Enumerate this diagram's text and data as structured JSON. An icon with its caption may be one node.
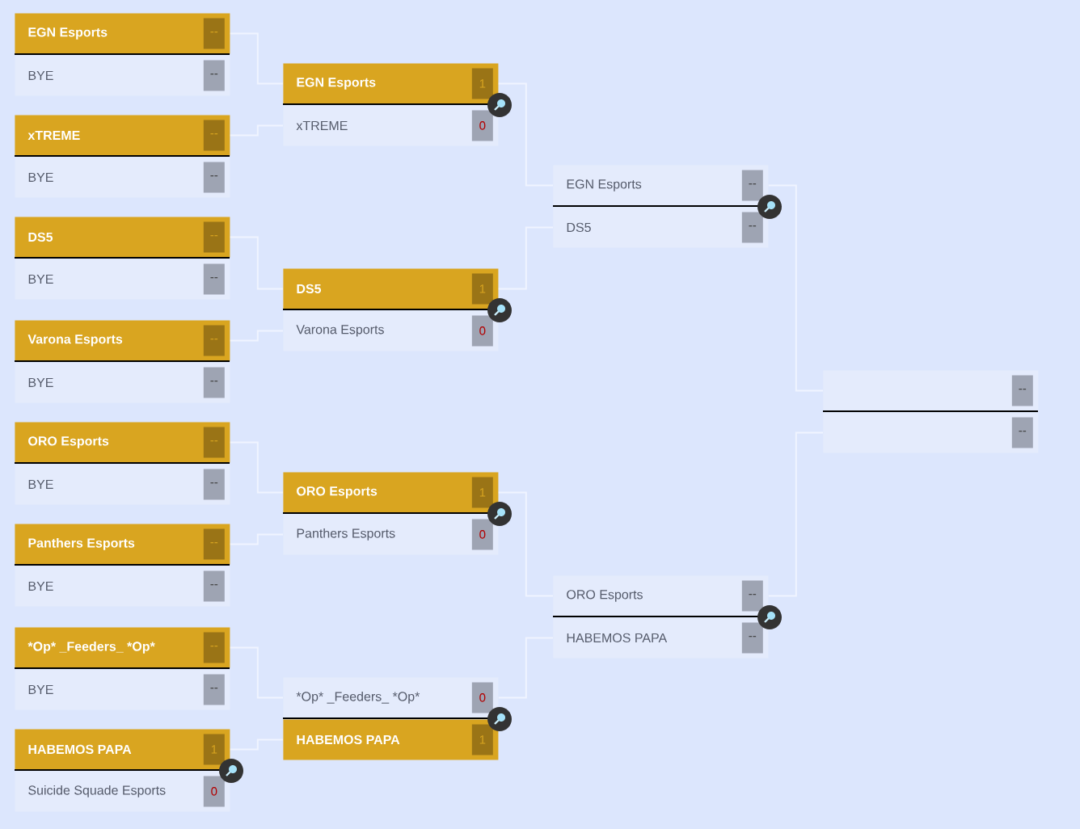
{
  "diagram": {
    "nodes": [
      {
        "text": [
          "EGN Esports",
          "--"
        ]
      },
      {
        "text": [
          "BYE",
          "--"
        ]
      },
      {
        "text": [
          "xTREME",
          "--"
        ]
      },
      {
        "text": [
          "BYE",
          "--"
        ]
      },
      {
        "text": [
          "DS5",
          "--"
        ]
      },
      {
        "text": [
          "BYE",
          "--"
        ]
      },
      {
        "text": [
          "Varona Esports",
          "--"
        ]
      },
      {
        "text": [
          "BYE",
          "--"
        ]
      },
      {
        "text": [
          "ORO Esports",
          "--"
        ]
      },
      {
        "text": [
          "BYE",
          "--"
        ]
      },
      {
        "text": [
          "Panthers Esports",
          "--"
        ]
      },
      {
        "text": [
          "BYE",
          "--"
        ]
      },
      {
        "text": [
          "*Op* _Feeders_ *Op*",
          "--"
        ]
      },
      {
        "text": [
          "BYE",
          "--"
        ]
      },
      {
        "text": [
          "HABEMOS PAPA",
          "1"
        ]
      },
      {
        "text": [
          "Suicide Squade Esports",
          "0"
        ]
      },
      {
        "text": [
          "EGN Esports",
          "1"
        ]
      },
      {
        "text": [
          "xTREME",
          "0"
        ]
      },
      {
        "text": [
          "DS5",
          "1"
        ]
      },
      {
        "text": [
          "Varona Esports",
          "0"
        ]
      },
      {
        "text": [
          "ORO Esports",
          "1"
        ]
      },
      {
        "text": [
          "Panthers Esports",
          "0"
        ]
      },
      {
        "text": [
          "*Op* _Feeders_ *Op*",
          "0"
        ]
      },
      {
        "text": [
          "HABEMOS PAPA",
          "1"
        ]
      },
      {
        "text": [
          "EGN Esports",
          "--"
        ]
      },
      {
        "text": [
          "DS5",
          "--"
        ]
      },
      {
        "text": [
          "ORO Esports",
          "--"
        ]
      },
      {
        "text": [
          "HABEMOS PAPA",
          "--"
        ]
      },
      {
        "text": [
          "--"
        ]
      },
      {
        "text": [
          "--"
        ]
      }
    ],
    "edges": [
      {
        "from": 0,
        "to": 16,
        "arrow": "none"
      },
      {
        "from": 2,
        "to": 17,
        "arrow": "none"
      },
      {
        "from": 4,
        "to": 18,
        "arrow": "none"
      },
      {
        "from": 6,
        "to": 19,
        "arrow": "none"
      },
      {
        "from": 8,
        "to": 20,
        "arrow": "none"
      },
      {
        "from": 10,
        "to": 21,
        "arrow": "none"
      },
      {
        "from": 12,
        "to": 22,
        "arrow": "none"
      },
      {
        "from": 14,
        "to": 23,
        "arrow": "none"
      },
      {
        "from": 16,
        "to": 24,
        "arrow": "none"
      },
      {
        "from": 18,
        "to": 25,
        "arrow": "none"
      },
      {
        "from": 20,
        "to": 26,
        "arrow": "none"
      },
      {
        "from": 22,
        "to": 27,
        "arrow": "none"
      },
      {
        "from": 24,
        "to": 28,
        "arrow": "none"
      },
      {
        "from": 26,
        "to": 29,
        "arrow": "none"
      }
    ]
  }
}
